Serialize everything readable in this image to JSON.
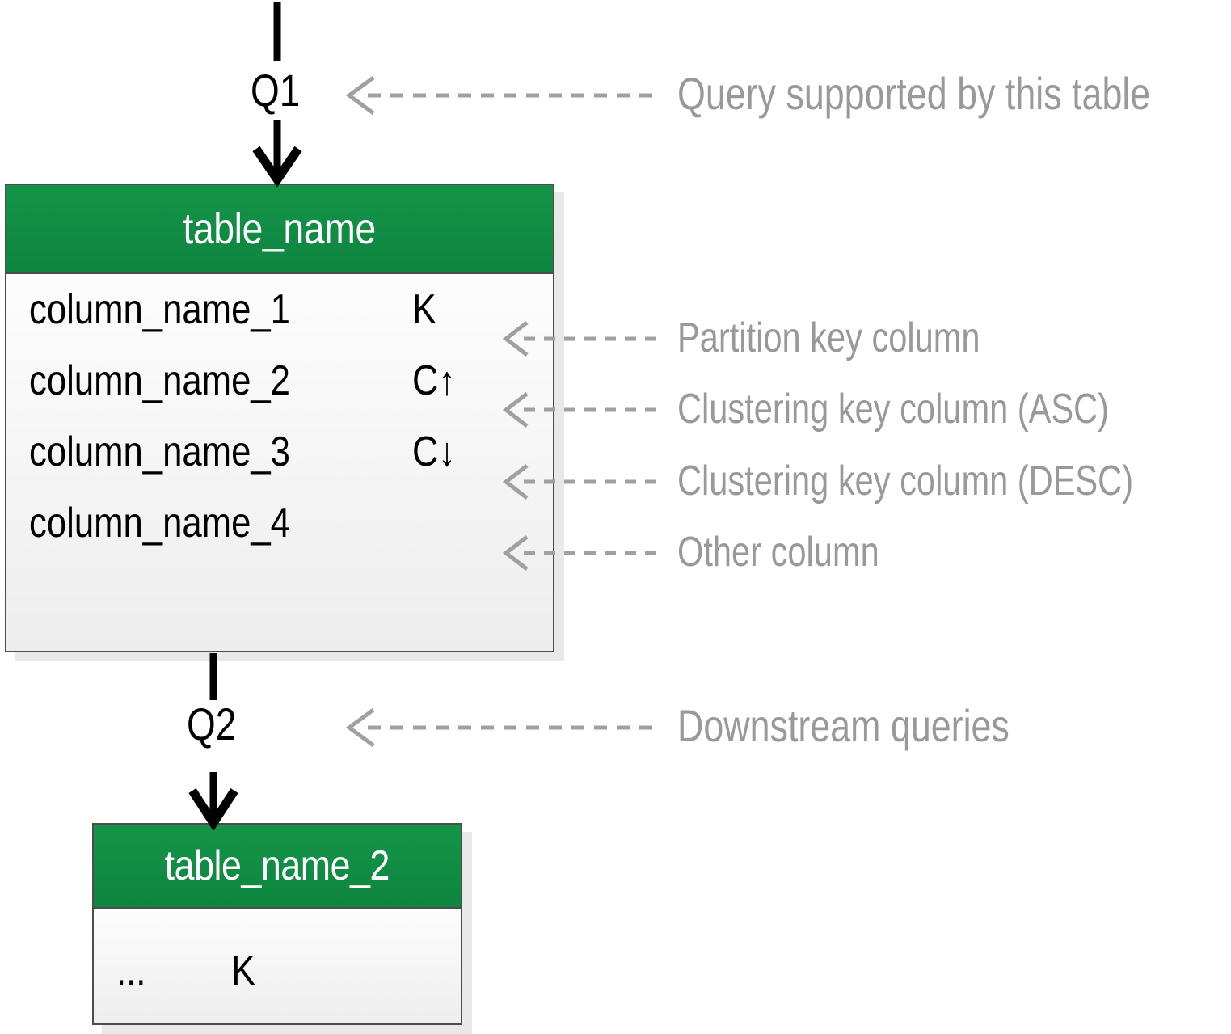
{
  "diagram": {
    "title": "Cassandra chebotko style table diagram legend",
    "colors": {
      "header_green": "#129244",
      "header_green_dark": "#0e8540",
      "body_gray": "#f2f2f2",
      "border_gray": "#4d4d4d",
      "annotation_gray": "#999999",
      "arrow_black": "#000000"
    }
  },
  "flow": {
    "incoming_query_label": "Q1",
    "downstream_query_label": "Q2"
  },
  "main_table": {
    "name": "table_name",
    "columns": [
      {
        "name": "column_name_1",
        "marker": "K",
        "marker_arrow": "",
        "annotation": "Partition key column"
      },
      {
        "name": "column_name_2",
        "marker": "C",
        "marker_arrow": "↑",
        "annotation": "Clustering key column (ASC)"
      },
      {
        "name": "column_name_3",
        "marker": "C",
        "marker_arrow": "↓",
        "annotation": "Clustering key column (DESC)"
      },
      {
        "name": "column_name_4",
        "marker": "",
        "marker_arrow": "",
        "annotation": "Other column"
      }
    ]
  },
  "second_table": {
    "name": "table_name_2",
    "columns": [
      {
        "name": "...",
        "marker": "K",
        "marker_arrow": ""
      }
    ]
  },
  "annotations": {
    "query_supported": "Query supported by this table",
    "downstream_queries": "Downstream queries"
  },
  "icons": {
    "dashed_arrow": "dashed-left-arrow-icon",
    "solid_arrow": "solid-down-arrow-icon",
    "asc_arrow": "arrow-up-icon",
    "desc_arrow": "arrow-down-icon"
  }
}
